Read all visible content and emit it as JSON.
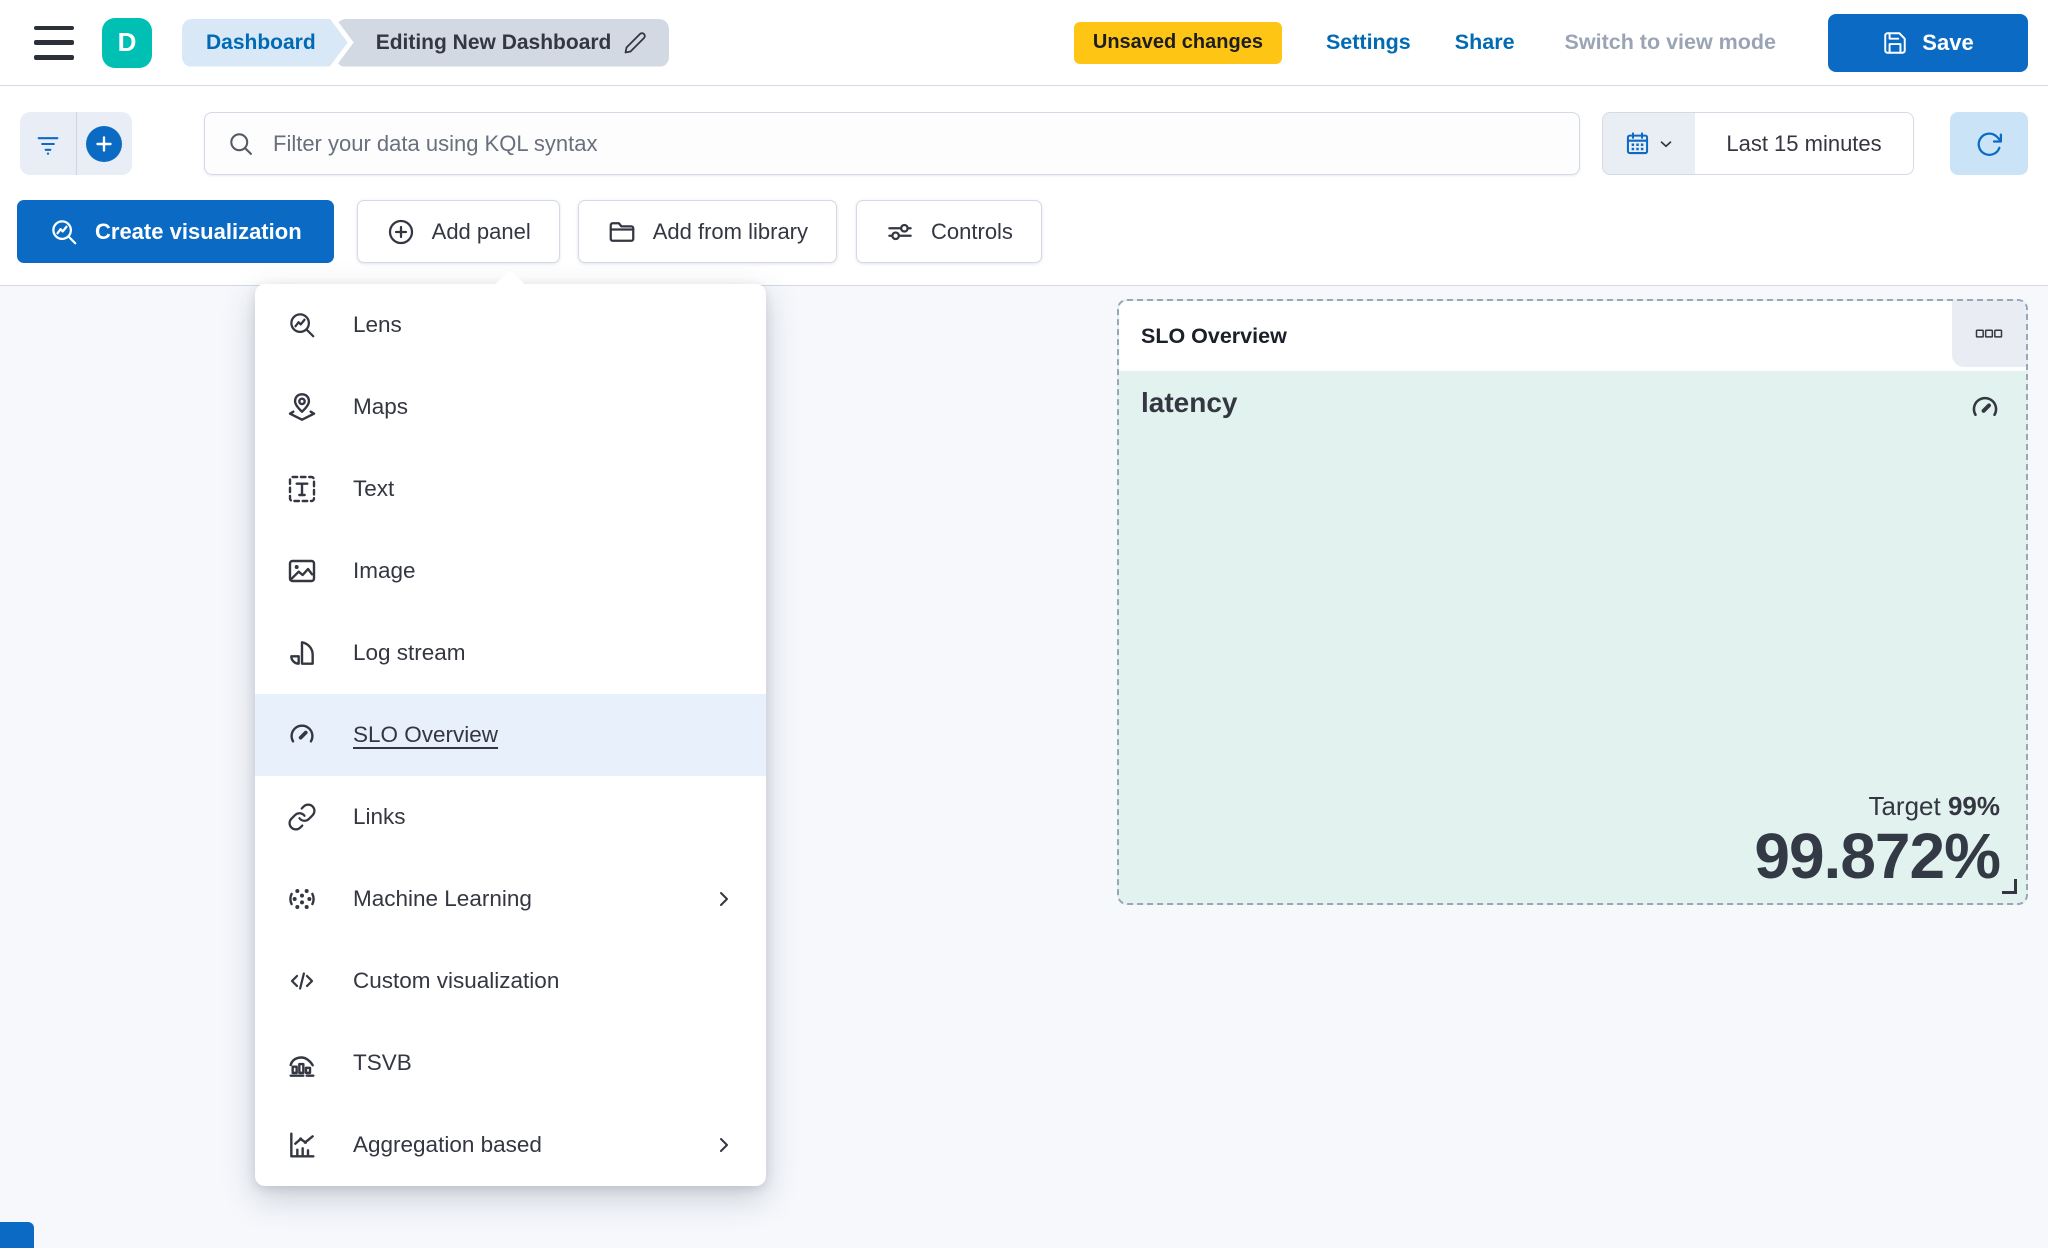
{
  "colors": {
    "primary_blue": "#0b6bc4",
    "link_blue": "#006bb4",
    "badge_yellow": "#fec514",
    "avatar_teal": "#00bfb3",
    "panel_teal_bg": "#e2f3ef",
    "text_dark": "#343741",
    "menu_highlight": "#e7f0fb"
  },
  "header": {
    "avatar_initial": "D",
    "breadcrumbs": [
      {
        "label": "Dashboard"
      },
      {
        "label": "Editing New Dashboard",
        "icon": "pencil-icon"
      }
    ],
    "unsaved_badge": "Unsaved changes",
    "settings_label": "Settings",
    "share_label": "Share",
    "switch_view_label": "Switch to view mode",
    "save_label": "Save",
    "save_icon": "save-icon",
    "menu_icon": "hamburger-icon"
  },
  "query_bar": {
    "filter_icon": "filter-icon",
    "add_filter_icon": "plus-icon",
    "search_icon": "search-icon",
    "search_placeholder": "Filter your data using KQL syntax",
    "search_value": "",
    "calendar_icon": "calendar-icon",
    "time_range": "Last 15 minutes",
    "refresh_icon": "refresh-icon"
  },
  "toolbar": {
    "create_visualization_label": "Create visualization",
    "create_visualization_icon": "lens-icon",
    "add_panel_label": "Add panel",
    "add_panel_icon": "plus-circle-icon",
    "add_from_library_label": "Add from library",
    "add_from_library_icon": "folder-icon",
    "controls_label": "Controls",
    "controls_icon": "sliders-icon"
  },
  "add_panel_menu": {
    "items": [
      {
        "label": "Lens",
        "icon": "lens-icon"
      },
      {
        "label": "Maps",
        "icon": "maps-icon"
      },
      {
        "label": "Text",
        "icon": "text-icon"
      },
      {
        "label": "Image",
        "icon": "image-icon"
      },
      {
        "label": "Log stream",
        "icon": "log-stream-icon"
      },
      {
        "label": "SLO Overview",
        "icon": "gauge-icon",
        "highlighted": true
      },
      {
        "label": "Links",
        "icon": "link-icon"
      },
      {
        "label": "Machine Learning",
        "icon": "ml-icon",
        "submenu": true
      },
      {
        "label": "Custom visualization",
        "icon": "code-icon"
      },
      {
        "label": "TSVB",
        "icon": "tsvb-icon"
      },
      {
        "label": "Aggregation based",
        "icon": "agg-icon",
        "submenu": true
      }
    ]
  },
  "slo_panel": {
    "header_title": "SLO Overview",
    "options_icon": "boxes-horizontal-icon",
    "slo_name": "latency",
    "gauge_icon": "gauge-icon",
    "target_label": "Target",
    "target_value": "99%",
    "value": "99.872%"
  }
}
